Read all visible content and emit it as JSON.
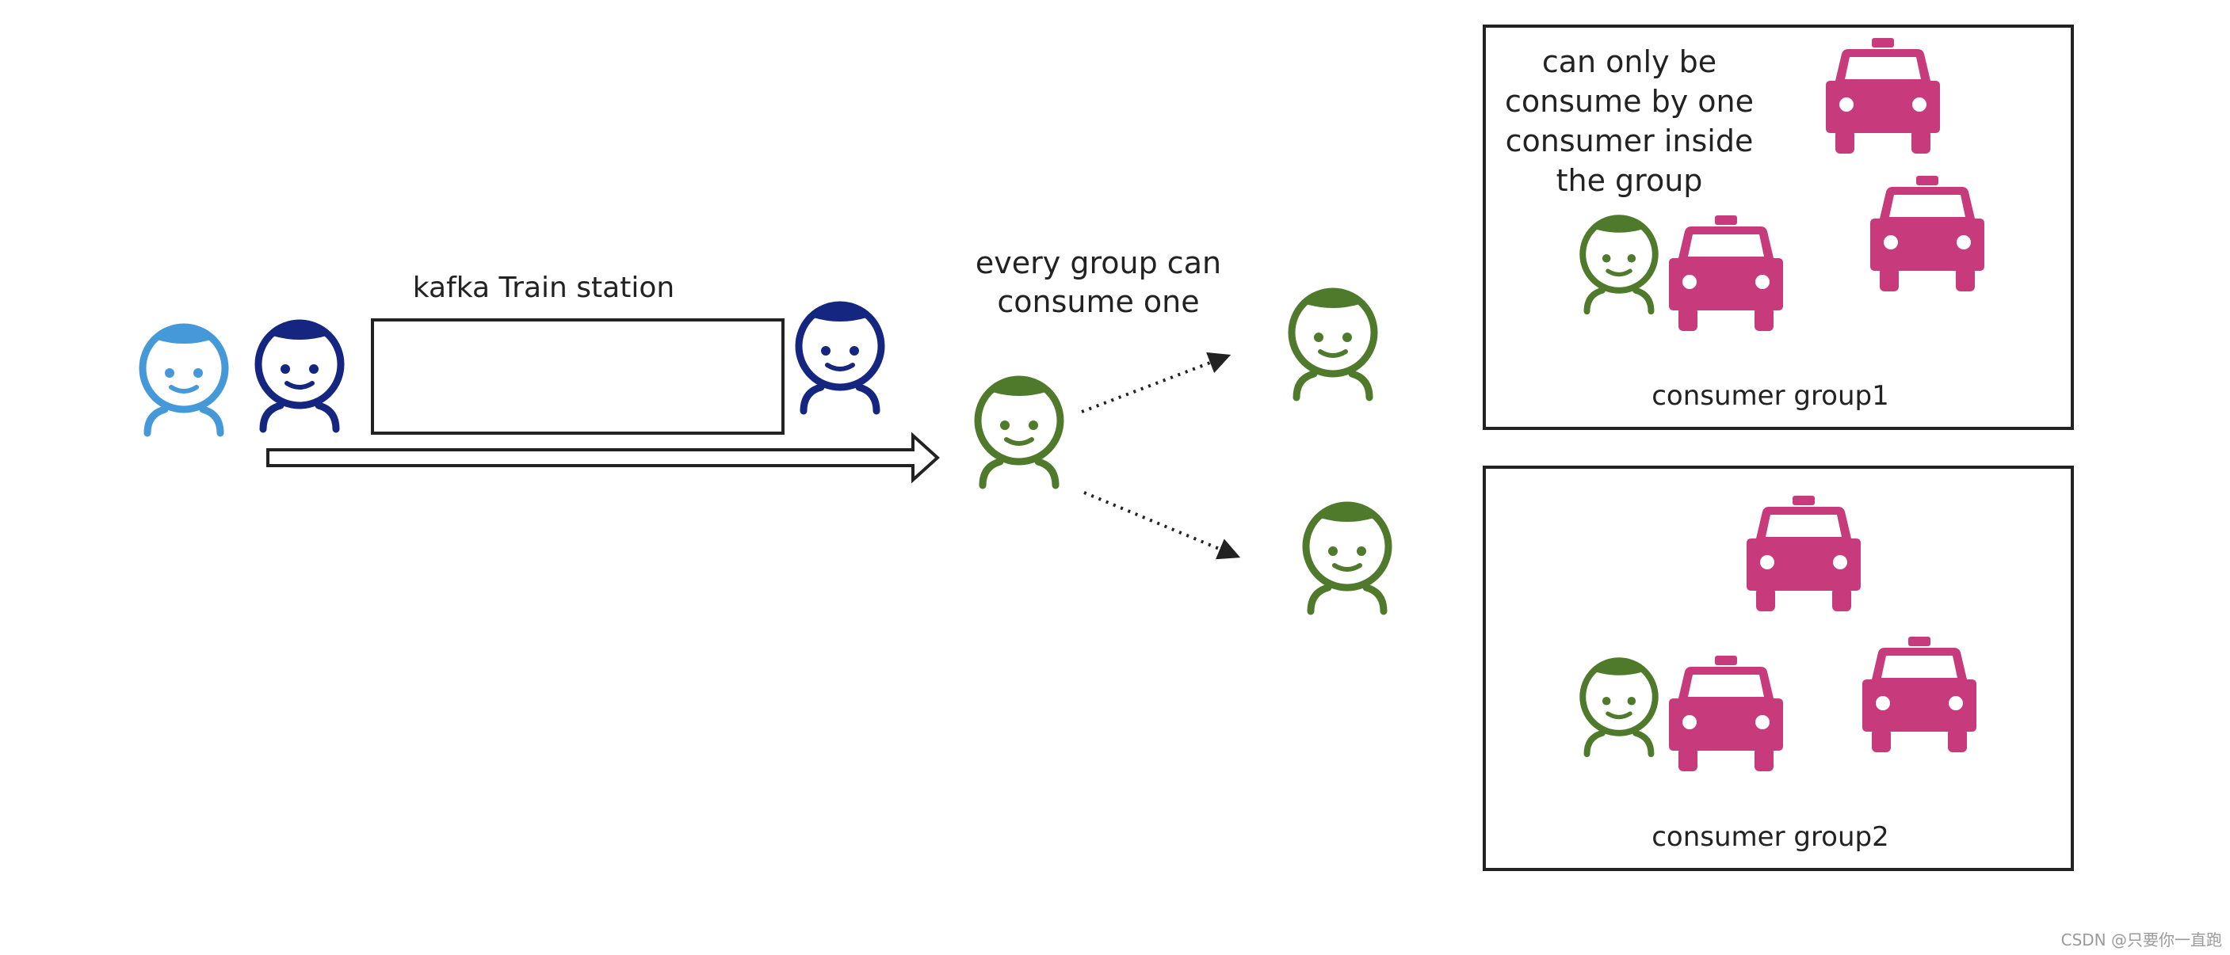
{
  "labels": {
    "station": "kafka Train station",
    "every_group_line1": "every group can",
    "every_group_line2": "consume one",
    "note_line1": "can only be",
    "note_line2": "consume by one",
    "note_line3": "consumer inside",
    "note_line4": "the group",
    "group1": "consumer group1",
    "group2": "consumer group2"
  },
  "watermark": "CSDN @只要你一直跑",
  "colors": {
    "light_blue_person": "#4599d9",
    "dark_blue_person": "#14267f",
    "green_person": "#4f7a2c",
    "taxi": "#c73a7b",
    "outline": "#222222"
  },
  "icons": {
    "person": "person-icon",
    "taxi": "taxi-icon"
  }
}
